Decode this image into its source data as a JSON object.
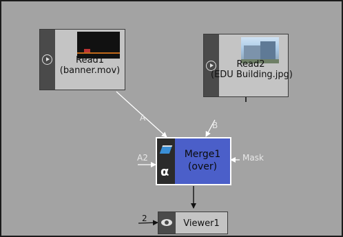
{
  "nodes": {
    "read1": {
      "name": "Read1",
      "file": "(banner.mov)"
    },
    "read2": {
      "name": "Read2",
      "file": "(EDU Building.jpg)"
    },
    "merge1": {
      "name": "Merge1",
      "op": "(over)",
      "alpha_glyph": "α"
    },
    "viewer1": {
      "name": "Viewer1",
      "input_number": "2"
    }
  },
  "inputs": {
    "a": "A",
    "b": "B",
    "a2": "A2",
    "mask": "Mask"
  },
  "colors": {
    "canvas": "#a3a3a3",
    "node": "#c4c4c4",
    "merge": "#4b5fc9",
    "selected_border": "#ffffff",
    "wire": "#ffffff"
  }
}
